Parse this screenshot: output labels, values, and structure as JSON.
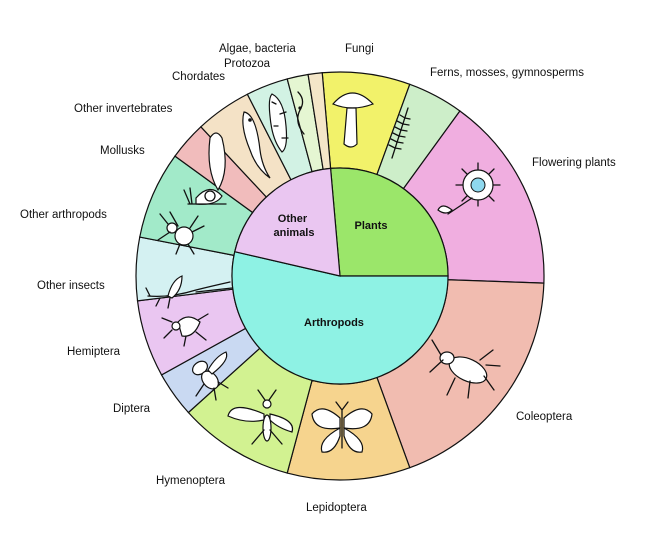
{
  "outer_ring": [
    {
      "label": "Fungi",
      "color": "#f2f26a"
    },
    {
      "label": "Ferns, mosses, gymnosperms",
      "color": "#cdeec9"
    },
    {
      "label": "Flowering plants",
      "color": "#f0aee0"
    },
    {
      "label": "Coleoptera",
      "color": "#f1bcb0"
    },
    {
      "label": "Lepidoptera",
      "color": "#f6d48e"
    },
    {
      "label": "Hymenoptera",
      "color": "#d2f291"
    },
    {
      "label": "Diptera",
      "color": "#c9d9f2"
    },
    {
      "label": "Hemiptera",
      "color": "#eac6f1"
    },
    {
      "label": "Other insects",
      "color": "#d4f1f2"
    },
    {
      "label": "Other arthropods",
      "color": "#a2eac9"
    },
    {
      "label": "Mollusks",
      "color": "#f1bcbc"
    },
    {
      "label": "Other invertebrates",
      "color": "#f4e2c6"
    },
    {
      "label": "Chordates",
      "color": "#d2f2e4"
    },
    {
      "label": "Protozoa",
      "color": "#e5f6d2"
    },
    {
      "label": "Algae, bacteria",
      "color": "#f4e6c8"
    }
  ],
  "inner_ring": [
    {
      "label": "Plants",
      "color": "#9be66a"
    },
    {
      "label": "Arthropods",
      "color": "#8ef2e4"
    },
    {
      "label": "Other animals",
      "color": "#eac6f1"
    }
  ],
  "center_color": "#ffffff"
}
